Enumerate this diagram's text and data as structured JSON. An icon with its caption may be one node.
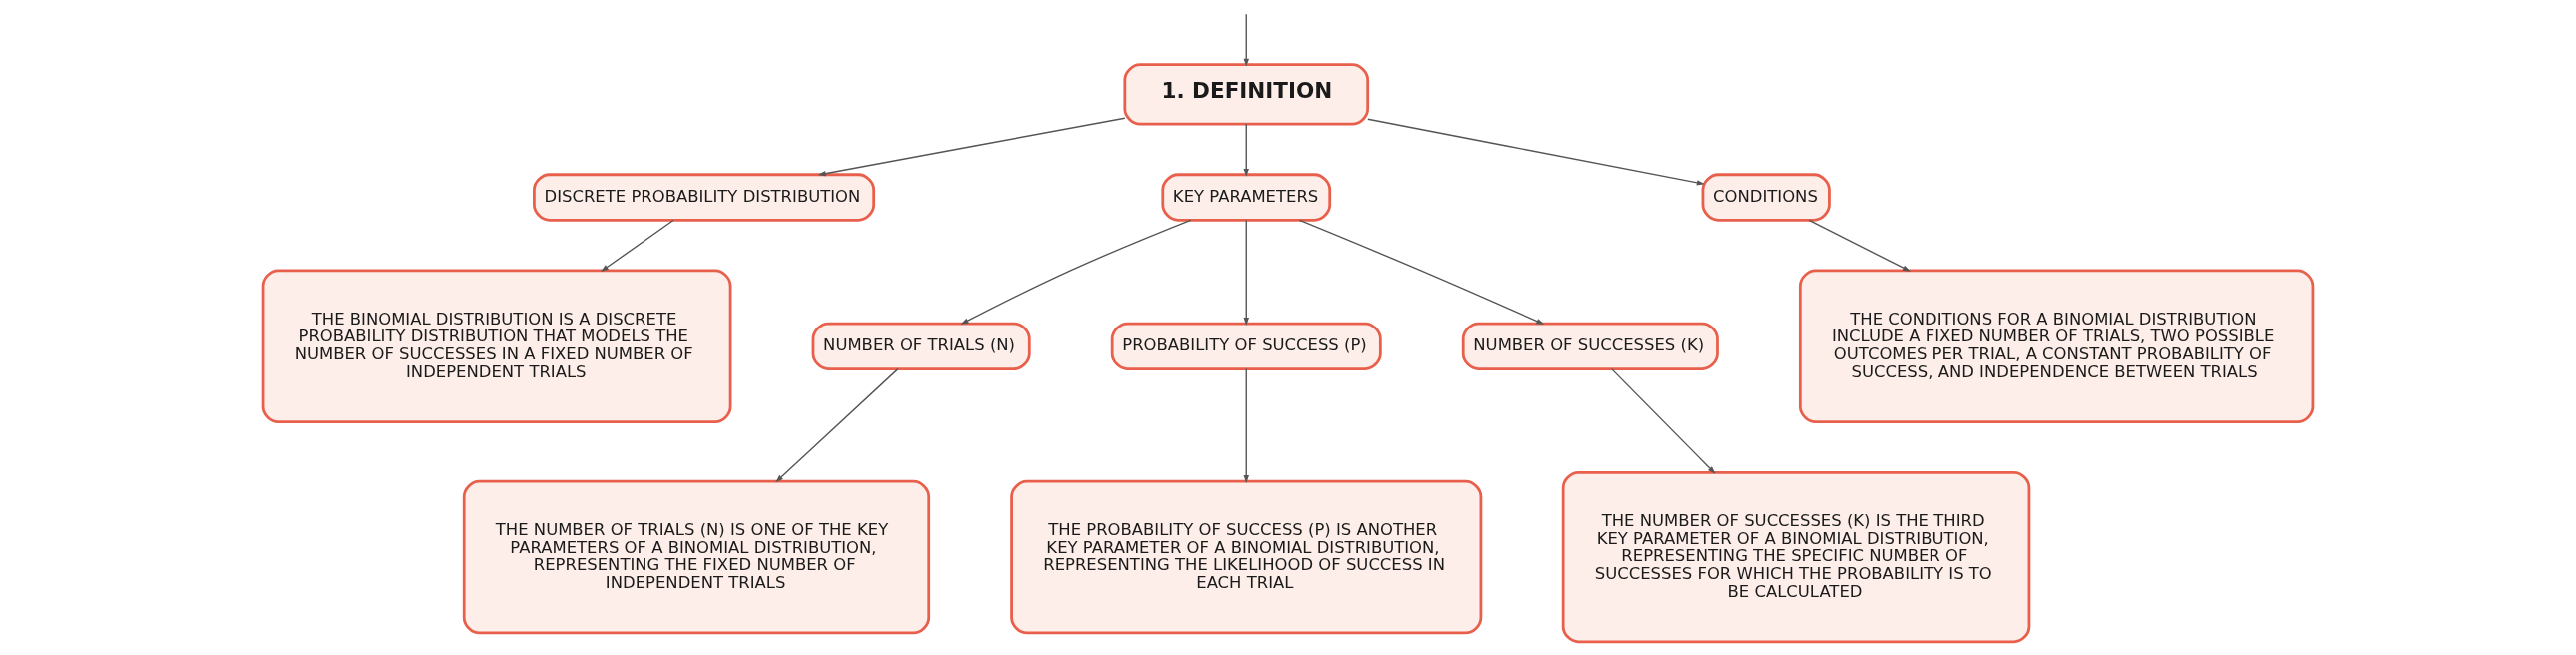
{
  "diagram": {
    "nodes": [
      {
        "text": [
          "1. DEFINITION"
        ]
      },
      {
        "text": [
          "DISCRETE PROBABILITY DISTRIBUTION"
        ]
      },
      {
        "text": [
          "KEY PARAMETERS"
        ]
      },
      {
        "text": [
          "CONDITIONS"
        ]
      },
      {
        "text": [
          "THE BINOMIAL DISTRIBUTION IS A DISCRETE PROBABILITY DISTRIBUTION THAT MODELS THE NUMBER OF SUCCESSES IN A FIXED NUMBER OF INDEPENDENT TRIALS"
        ]
      },
      {
        "text": [
          "NUMBER OF TRIALS (N)"
        ]
      },
      {
        "text": [
          "PROBABILITY OF SUCCESS (P)"
        ]
      },
      {
        "text": [
          "NUMBER OF SUCCESSES (K)"
        ]
      },
      {
        "text": [
          "THE NUMBER OF TRIALS (N) IS ONE OF THE KEY PARAMETERS OF A BINOMIAL DISTRIBUTION, REPRESENTING THE FIXED NUMBER OF INDEPENDENT TRIALS"
        ]
      },
      {
        "text": [
          "THE PROBABILITY OF SUCCESS (P) IS ANOTHER KEY PARAMETER OF A BINOMIAL DISTRIBUTION, REPRESENTING THE LIKELIHOOD OF SUCCESS IN EACH TRIAL"
        ]
      },
      {
        "text": [
          "THE NUMBER OF SUCCESSES (K) IS THE THIRD KEY PARAMETER OF A BINOMIAL DISTRIBUTION, REPRESENTING THE SPECIFIC NUMBER OF SUCCESSES FOR WHICH THE PROBABILITY IS TO BE CALCULATED"
        ]
      },
      {
        "text": [
          "THE CONDITIONS FOR A BINOMIAL DISTRIBUTION INCLUDE A FIXED NUMBER OF TRIALS, TWO POSSIBLE OUTCOMES PER TRIAL, A CONSTANT PROBABILITY OF SUCCESS, AND INDEPENDENCE BETWEEN TRIALS"
        ]
      }
    ],
    "edges": [
      {
        "from": null,
        "to": 0,
        "arrow": "to"
      },
      {
        "from": 0,
        "to": 1,
        "arrow": "to"
      },
      {
        "from": 0,
        "to": 2,
        "arrow": "to"
      },
      {
        "from": 0,
        "to": 3,
        "arrow": "to"
      },
      {
        "from": 1,
        "to": 4,
        "arrow": "to"
      },
      {
        "from": 2,
        "to": 5,
        "arrow": "to"
      },
      {
        "from": 2,
        "to": 6,
        "arrow": "to"
      },
      {
        "from": 2,
        "to": 7,
        "arrow": "to"
      },
      {
        "from": 5,
        "to": 8,
        "arrow": "to"
      },
      {
        "from": 6,
        "to": 9,
        "arrow": "to"
      },
      {
        "from": 7,
        "to": 10,
        "arrow": "to"
      },
      {
        "from": 3,
        "to": 11,
        "arrow": "to"
      }
    ]
  }
}
